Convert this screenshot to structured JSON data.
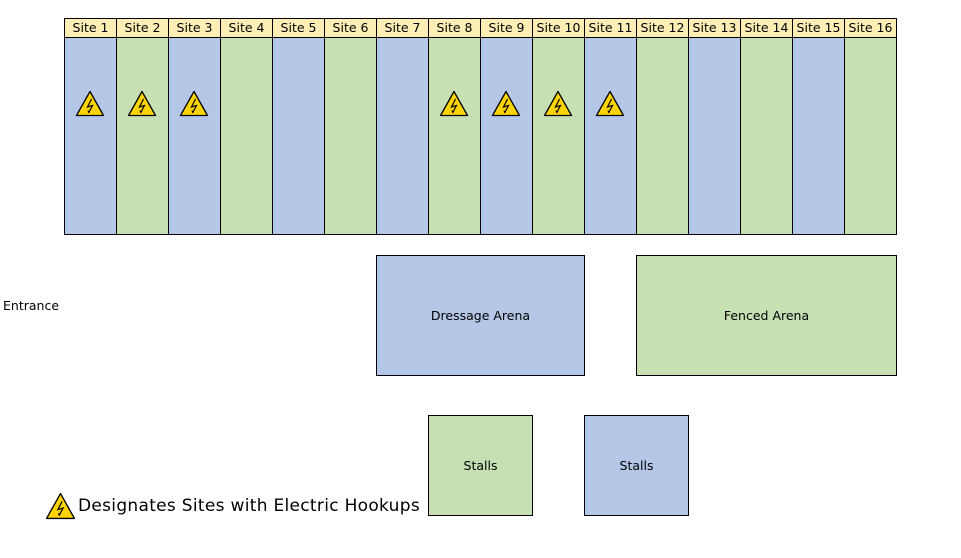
{
  "sites": [
    {
      "label": "Site 1",
      "color": "#b4c7e7",
      "electric": true
    },
    {
      "label": "Site 2",
      "color": "#c6e0b4",
      "electric": true
    },
    {
      "label": "Site 3",
      "color": "#b4c7e7",
      "electric": true
    },
    {
      "label": "Site 4",
      "color": "#c6e0b4",
      "electric": false
    },
    {
      "label": "Site 5",
      "color": "#b4c7e7",
      "electric": false
    },
    {
      "label": "Site 6",
      "color": "#c6e0b4",
      "electric": false
    },
    {
      "label": "Site 7",
      "color": "#b4c7e7",
      "electric": false
    },
    {
      "label": "Site 8",
      "color": "#c6e0b4",
      "electric": true
    },
    {
      "label": "Site 9",
      "color": "#b4c7e7",
      "electric": true
    },
    {
      "label": "Site 10",
      "color": "#c6e0b4",
      "electric": true
    },
    {
      "label": "Site 11",
      "color": "#b4c7e7",
      "electric": true
    },
    {
      "label": "Site 12",
      "color": "#c6e0b4",
      "electric": false
    },
    {
      "label": "Site 13",
      "color": "#b4c7e7",
      "electric": false
    },
    {
      "label": "Site 14",
      "color": "#c6e0b4",
      "electric": false
    },
    {
      "label": "Site 15",
      "color": "#b4c7e7",
      "electric": false
    },
    {
      "label": "Site 16",
      "color": "#c6e0b4",
      "electric": false
    }
  ],
  "areas": {
    "entrance": "Entrance",
    "dressage_arena": {
      "label": "Dressage Arena",
      "color": "#b4c7e7"
    },
    "fenced_arena": {
      "label": "Fenced Arena",
      "color": "#c6e0b4"
    },
    "stalls_left": {
      "label": "Stalls",
      "color": "#c6e0b4"
    },
    "stalls_right": {
      "label": "Stalls",
      "color": "#b4c7e7"
    }
  },
  "legend": {
    "icon": "electric-hazard-icon",
    "text": "Designates Sites with Electric Hookups"
  },
  "colors": {
    "label_fill": "#fdeeb5",
    "hazard_yellow": "#ffd400"
  }
}
